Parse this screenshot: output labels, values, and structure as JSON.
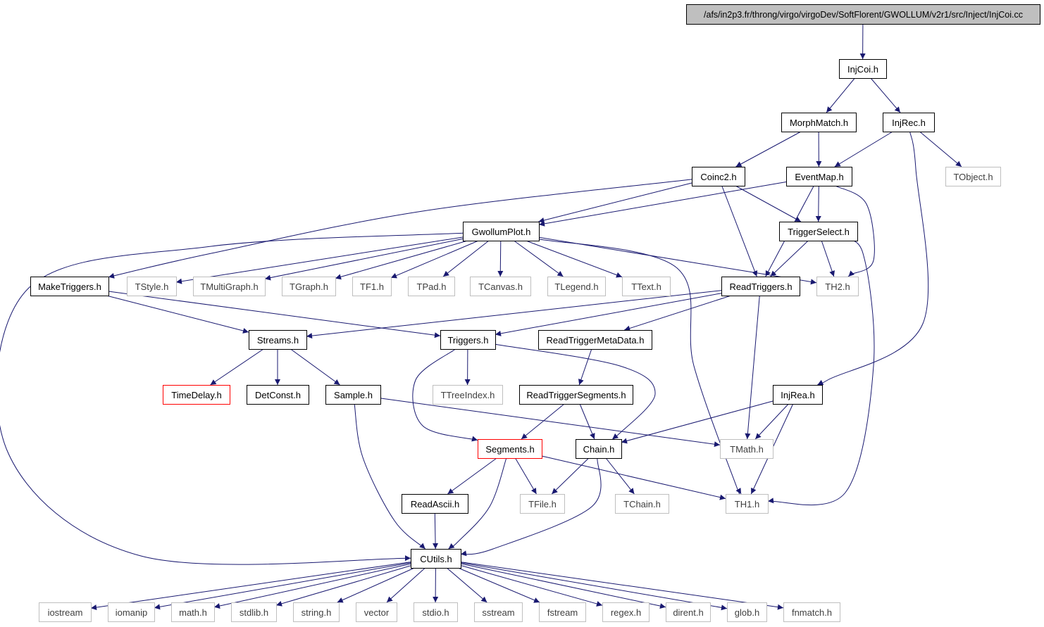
{
  "colors": {
    "edge": "#191970",
    "border_normal": "#000000",
    "border_external": "#bfbfbf",
    "border_incomplete": "#ff0000",
    "root_fill": "#bfbfbf",
    "text_normal": "#000000",
    "text_external": "#404040"
  },
  "nodes": [
    {
      "id": "root",
      "label": "/afs/in2p3.fr/throng/virgo/virgoDev/SoftFlorent/GWOLLUM/v2r1/src/Inject/InjCoi.cc",
      "style": "root"
    },
    {
      "id": "injcoi",
      "label": "InjCoi.h",
      "style": "normal"
    },
    {
      "id": "morphmatch",
      "label": "MorphMatch.h",
      "style": "normal"
    },
    {
      "id": "injrec",
      "label": "InjRec.h",
      "style": "normal"
    },
    {
      "id": "coinc2",
      "label": "Coinc2.h",
      "style": "normal"
    },
    {
      "id": "eventmap",
      "label": "EventMap.h",
      "style": "normal"
    },
    {
      "id": "tobject",
      "label": "TObject.h",
      "style": "external"
    },
    {
      "id": "gwollumplot",
      "label": "GwollumPlot.h",
      "style": "normal"
    },
    {
      "id": "triggerselect",
      "label": "TriggerSelect.h",
      "style": "normal"
    },
    {
      "id": "maketriggers",
      "label": "MakeTriggers.h",
      "style": "normal"
    },
    {
      "id": "tstyle",
      "label": "TStyle.h",
      "style": "external"
    },
    {
      "id": "tmultigraph",
      "label": "TMultiGraph.h",
      "style": "external"
    },
    {
      "id": "tgraph",
      "label": "TGraph.h",
      "style": "external"
    },
    {
      "id": "tf1",
      "label": "TF1.h",
      "style": "external"
    },
    {
      "id": "tpad",
      "label": "TPad.h",
      "style": "external"
    },
    {
      "id": "tcanvas",
      "label": "TCanvas.h",
      "style": "external"
    },
    {
      "id": "tlegend",
      "label": "TLegend.h",
      "style": "external"
    },
    {
      "id": "ttext",
      "label": "TText.h",
      "style": "external"
    },
    {
      "id": "readtriggers",
      "label": "ReadTriggers.h",
      "style": "normal"
    },
    {
      "id": "th2",
      "label": "TH2.h",
      "style": "external"
    },
    {
      "id": "streams",
      "label": "Streams.h",
      "style": "normal"
    },
    {
      "id": "triggers",
      "label": "Triggers.h",
      "style": "normal"
    },
    {
      "id": "readtriggermetadata",
      "label": "ReadTriggerMetaData.h",
      "style": "normal"
    },
    {
      "id": "timedelay",
      "label": "TimeDelay.h",
      "style": "incomplete"
    },
    {
      "id": "detconst",
      "label": "DetConst.h",
      "style": "normal"
    },
    {
      "id": "sample",
      "label": "Sample.h",
      "style": "normal"
    },
    {
      "id": "ttreeindex",
      "label": "TTreeIndex.h",
      "style": "external"
    },
    {
      "id": "readtriggersegments",
      "label": "ReadTriggerSegments.h",
      "style": "normal"
    },
    {
      "id": "injrea",
      "label": "InjRea.h",
      "style": "normal"
    },
    {
      "id": "segments",
      "label": "Segments.h",
      "style": "incomplete"
    },
    {
      "id": "chain",
      "label": "Chain.h",
      "style": "normal"
    },
    {
      "id": "tmath",
      "label": "TMath.h",
      "style": "external"
    },
    {
      "id": "readascii",
      "label": "ReadAscii.h",
      "style": "normal"
    },
    {
      "id": "tfile",
      "label": "TFile.h",
      "style": "external"
    },
    {
      "id": "tchain",
      "label": "TChain.h",
      "style": "external"
    },
    {
      "id": "th1",
      "label": "TH1.h",
      "style": "external"
    },
    {
      "id": "cutils",
      "label": "CUtils.h",
      "style": "normal"
    },
    {
      "id": "iostream",
      "label": "iostream",
      "style": "external"
    },
    {
      "id": "iomanip",
      "label": "iomanip",
      "style": "external"
    },
    {
      "id": "math",
      "label": "math.h",
      "style": "external"
    },
    {
      "id": "stdlib",
      "label": "stdlib.h",
      "style": "external"
    },
    {
      "id": "string",
      "label": "string.h",
      "style": "external"
    },
    {
      "id": "vector",
      "label": "vector",
      "style": "external"
    },
    {
      "id": "stdio",
      "label": "stdio.h",
      "style": "external"
    },
    {
      "id": "sstream",
      "label": "sstream",
      "style": "external"
    },
    {
      "id": "fstream",
      "label": "fstream",
      "style": "external"
    },
    {
      "id": "regex",
      "label": "regex.h",
      "style": "external"
    },
    {
      "id": "dirent",
      "label": "dirent.h",
      "style": "external"
    },
    {
      "id": "glob",
      "label": "glob.h",
      "style": "external"
    },
    {
      "id": "fnmatch",
      "label": "fnmatch.h",
      "style": "external"
    }
  ],
  "edges": [
    [
      "root",
      "injcoi"
    ],
    [
      "injcoi",
      "morphmatch"
    ],
    [
      "injcoi",
      "injrec"
    ],
    [
      "morphmatch",
      "coinc2"
    ],
    [
      "morphmatch",
      "eventmap"
    ],
    [
      "injrec",
      "eventmap"
    ],
    [
      "injrec",
      "tobject"
    ],
    [
      "injrec",
      "injrea"
    ],
    [
      "coinc2",
      "gwollumplot"
    ],
    [
      "coinc2",
      "maketriggers"
    ],
    [
      "coinc2",
      "triggerselect"
    ],
    [
      "coinc2",
      "readtriggers"
    ],
    [
      "eventmap",
      "gwollumplot"
    ],
    [
      "eventmap",
      "triggerselect"
    ],
    [
      "eventmap",
      "readtriggers"
    ],
    [
      "eventmap",
      "th2"
    ],
    [
      "gwollumplot",
      "cutils"
    ],
    [
      "gwollumplot",
      "tstyle"
    ],
    [
      "gwollumplot",
      "tmultigraph"
    ],
    [
      "gwollumplot",
      "tgraph"
    ],
    [
      "gwollumplot",
      "tf1"
    ],
    [
      "gwollumplot",
      "tpad"
    ],
    [
      "gwollumplot",
      "tcanvas"
    ],
    [
      "gwollumplot",
      "tlegend"
    ],
    [
      "gwollumplot",
      "ttext"
    ],
    [
      "gwollumplot",
      "th2"
    ],
    [
      "gwollumplot",
      "th1"
    ],
    [
      "triggerselect",
      "readtriggers"
    ],
    [
      "triggerselect",
      "th2"
    ],
    [
      "triggerselect",
      "th1"
    ],
    [
      "maketriggers",
      "streams"
    ],
    [
      "maketriggers",
      "triggers"
    ],
    [
      "readtriggers",
      "streams"
    ],
    [
      "readtriggers",
      "triggers"
    ],
    [
      "readtriggers",
      "readtriggermetadata"
    ],
    [
      "readtriggers",
      "tmath"
    ],
    [
      "streams",
      "timedelay"
    ],
    [
      "streams",
      "detconst"
    ],
    [
      "streams",
      "sample"
    ],
    [
      "sample",
      "tmath"
    ],
    [
      "sample",
      "cutils"
    ],
    [
      "triggers",
      "ttreeindex"
    ],
    [
      "triggers",
      "segments"
    ],
    [
      "triggers",
      "chain"
    ],
    [
      "readtriggermetadata",
      "readtriggersegments"
    ],
    [
      "readtriggersegments",
      "segments"
    ],
    [
      "readtriggersegments",
      "chain"
    ],
    [
      "injrea",
      "chain"
    ],
    [
      "injrea",
      "tmath"
    ],
    [
      "injrea",
      "th1"
    ],
    [
      "segments",
      "readascii"
    ],
    [
      "segments",
      "tfile"
    ],
    [
      "segments",
      "th1"
    ],
    [
      "segments",
      "cutils"
    ],
    [
      "chain",
      "tfile"
    ],
    [
      "chain",
      "tchain"
    ],
    [
      "chain",
      "cutils"
    ],
    [
      "readascii",
      "cutils"
    ],
    [
      "cutils",
      "iostream"
    ],
    [
      "cutils",
      "iomanip"
    ],
    [
      "cutils",
      "math"
    ],
    [
      "cutils",
      "stdlib"
    ],
    [
      "cutils",
      "string"
    ],
    [
      "cutils",
      "vector"
    ],
    [
      "cutils",
      "stdio"
    ],
    [
      "cutils",
      "sstream"
    ],
    [
      "cutils",
      "fstream"
    ],
    [
      "cutils",
      "regex"
    ],
    [
      "cutils",
      "dirent"
    ],
    [
      "cutils",
      "glob"
    ],
    [
      "cutils",
      "fnmatch"
    ]
  ]
}
